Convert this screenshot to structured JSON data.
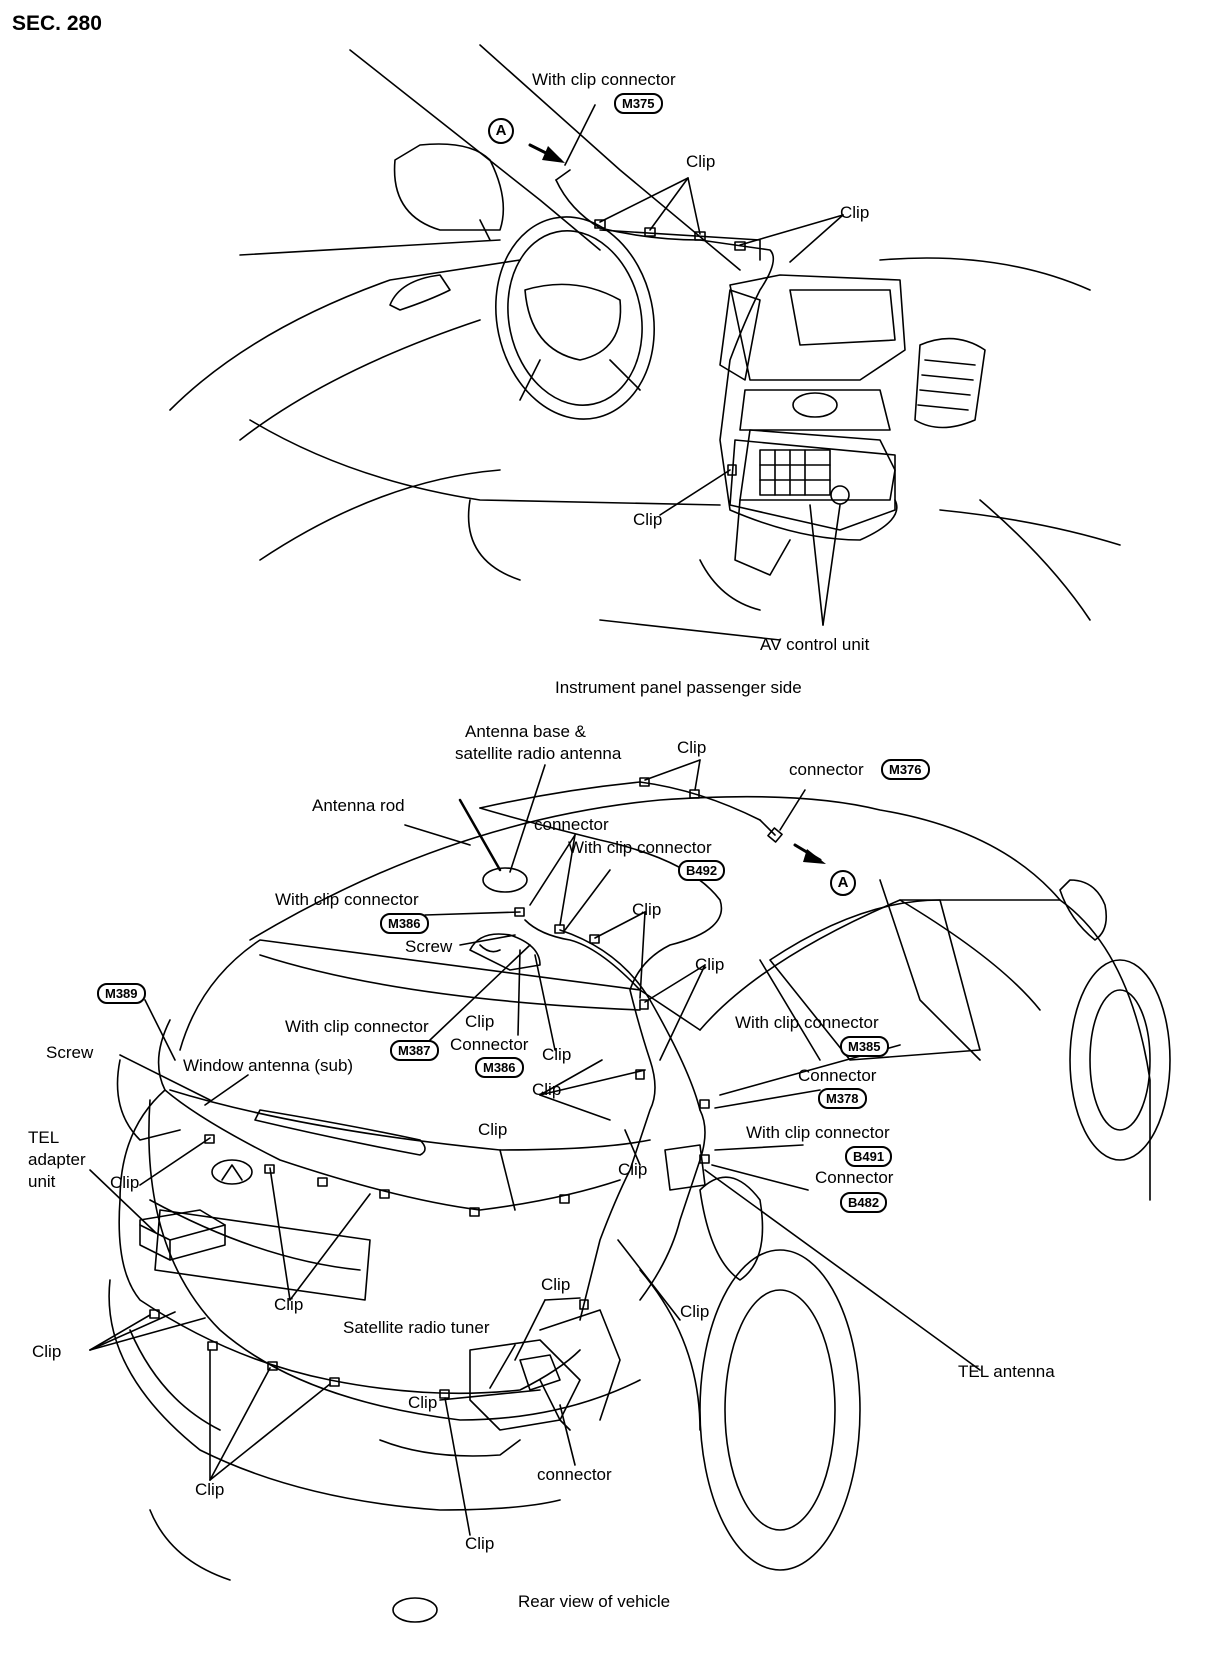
{
  "header": {
    "section": "SEC. 280"
  },
  "captions": {
    "top": "Instrument panel passenger side",
    "bottom": "Rear view of vehicle"
  },
  "top_labels": {
    "with_clip_connector": "With clip connector",
    "m375": "M375",
    "clip_1": "Clip",
    "clip_2": "Clip",
    "clip_3": "Clip",
    "av_control_unit": "AV control unit",
    "arrow_a": "A"
  },
  "bottom_labels": {
    "antenna_base_1": "Antenna base &",
    "antenna_base_2": "satellite radio antenna",
    "clip_top": "Clip",
    "connector_m376": "connector",
    "m376": "M376",
    "antenna_rod": "Antenna rod",
    "connector_1": "connector",
    "with_clip_connector_b492": "With clip connector",
    "b492": "B492",
    "arrow_a": "A",
    "with_clip_connector_m386": "With clip connector",
    "m386_a": "M386",
    "clip_a": "Clip",
    "screw_1": "Screw",
    "clip_b": "Clip",
    "m389": "M389",
    "with_clip_connector_m387": "With clip connector",
    "m387": "M387",
    "clip_c": "Clip",
    "connector_m386": "Connector",
    "m386_b": "M386",
    "clip_d": "Clip",
    "with_clip_connector_m385": "With clip connector",
    "m385": "M385",
    "screw_2": "Screw",
    "window_antenna": "Window antenna (sub)",
    "clip_e": "Clip",
    "connector_m378": "Connector",
    "m378": "M378",
    "tel_1": "TEL",
    "tel_2": "adapter",
    "tel_3": "unit",
    "clip_f": "Clip",
    "with_clip_connector_b491": "With clip connector",
    "b491": "B491",
    "clip_g": "Clip",
    "clip_h": "Clip",
    "connector_b482": "Connector",
    "b482": "B482",
    "clip_i": "Clip",
    "clip_j": "Clip",
    "clip_k": "Clip",
    "satellite_radio_tuner": "Satellite radio tuner",
    "clip_l": "Clip",
    "tel_antenna": "TEL antenna",
    "clip_m": "Clip",
    "connector_2": "connector",
    "clip_n": "Clip",
    "clip_o": "Clip"
  }
}
